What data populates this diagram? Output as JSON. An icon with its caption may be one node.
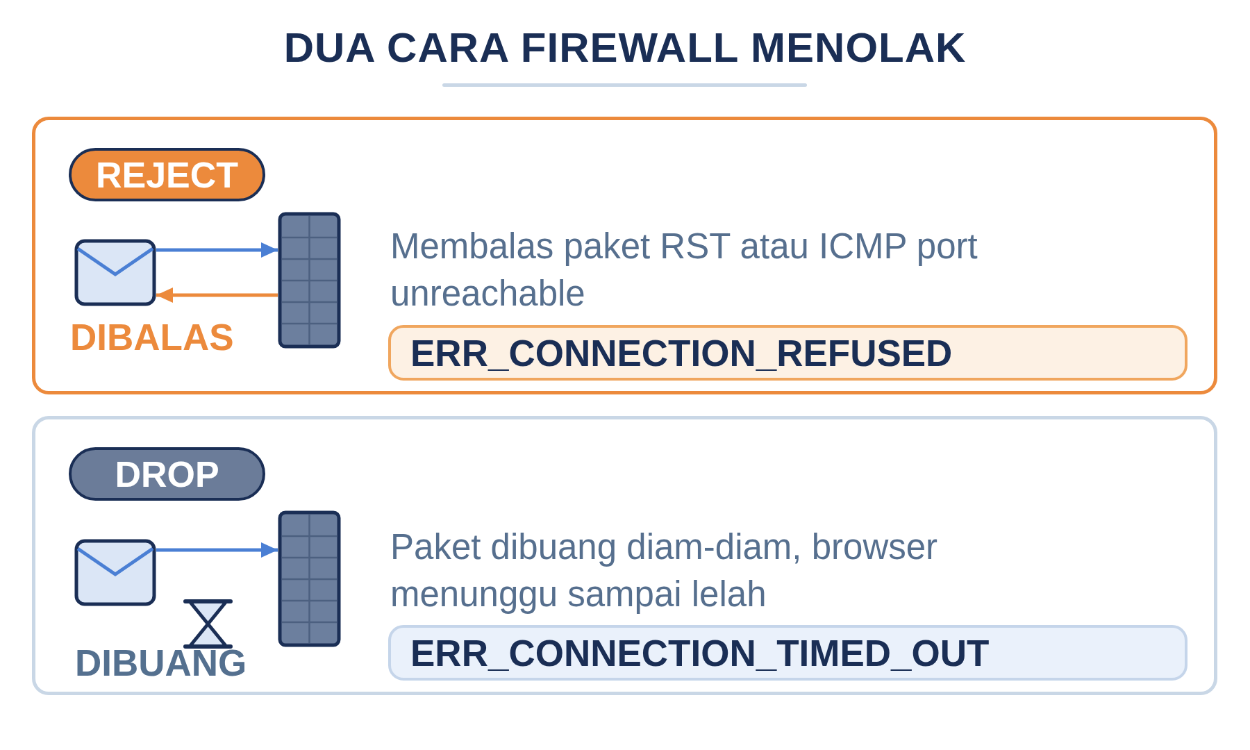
{
  "diagram": {
    "title": "DUA CARA FIREWALL MENOLAK",
    "nodes": [
      {
        "text": [
          "Membalas paket RST atau ICMP port unreachable"
        ]
      },
      {
        "text": [
          "REJECT"
        ],
        "in": 0
      },
      {
        "text": [],
        "shape": "envelope",
        "in": 0
      },
      {
        "text": [],
        "shape": "wall",
        "in": 0
      },
      {
        "text": [
          "ERR_CONNECTION_REFUSED"
        ],
        "in": 0
      },
      {
        "text": [
          "Paket dibuang diam-diam, browser menunggu sampai lelah"
        ]
      },
      {
        "text": [
          "DROP"
        ],
        "in": 5
      },
      {
        "text": [],
        "shape": "envelope",
        "in": 5
      },
      {
        "text": [],
        "shape": "wall",
        "in": 5
      },
      {
        "text": [
          "ERR_CONNECTION_TIMED_OUT"
        ],
        "in": 5
      }
    ],
    "edges": [
      {
        "from": 2,
        "to": 3,
        "arrow": "to"
      },
      {
        "from": 3,
        "to": 2,
        "arrow": "to",
        "color": "#ec8a3c"
      },
      {
        "from": 7,
        "to": 8,
        "arrow": "to"
      }
    ],
    "labels": [
      "DIBALAS",
      "DIBUANG"
    ]
  }
}
